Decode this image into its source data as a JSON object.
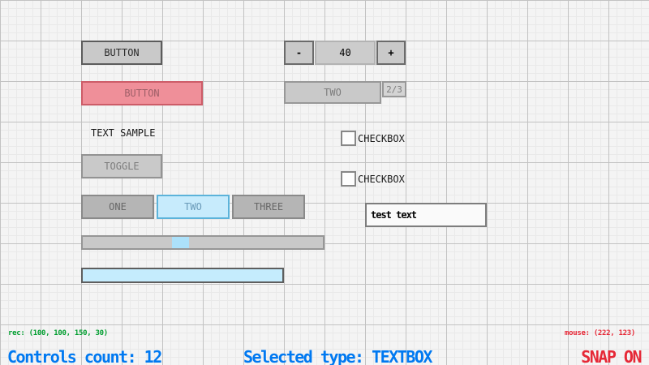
{
  "controls": {
    "button_primary": {
      "label": "BUTTON"
    },
    "button_selected": {
      "label": "BUTTON",
      "state": "selected"
    },
    "text_label": {
      "text": "TEXT SAMPLE"
    },
    "toggle": {
      "label": "TOGGLE"
    },
    "toggle_group": {
      "items": [
        "ONE",
        "TWO",
        "THREE"
      ],
      "active_label": "TWO",
      "active_index": 1
    },
    "slider": {
      "handle_fraction": 0.4
    },
    "progressbar": {
      "value_fraction": 1
    },
    "spinner": {
      "decrement_label": "-",
      "value": "40",
      "increment_label": "+"
    },
    "combobox": {
      "selected_label": "TWO",
      "counter": "2/3"
    },
    "checkbox_1": {
      "label": "CHECKBOX",
      "checked": false
    },
    "checkbox_2": {
      "label": "CHECKBOX",
      "checked": false
    },
    "textbox": {
      "value": "test text"
    }
  },
  "statusbar": {
    "rec_info": "rec: (100, 100, 150, 30)",
    "mouse_info": "mouse: (222, 123)",
    "controls_count": "Controls count: 12",
    "selected_type": "Selected type: TEXTBOX",
    "snap_mode": "SNAP ON"
  },
  "colors": {
    "selected_control_fill": "#ef8f99",
    "selected_control_border": "#cd5c68",
    "accent_fill": "#c7ebfc",
    "accent_border": "#5cb3da",
    "status_rec_green": "#009e2f",
    "status_info_blue": "#0079f1",
    "status_alert_red": "#e62937"
  }
}
